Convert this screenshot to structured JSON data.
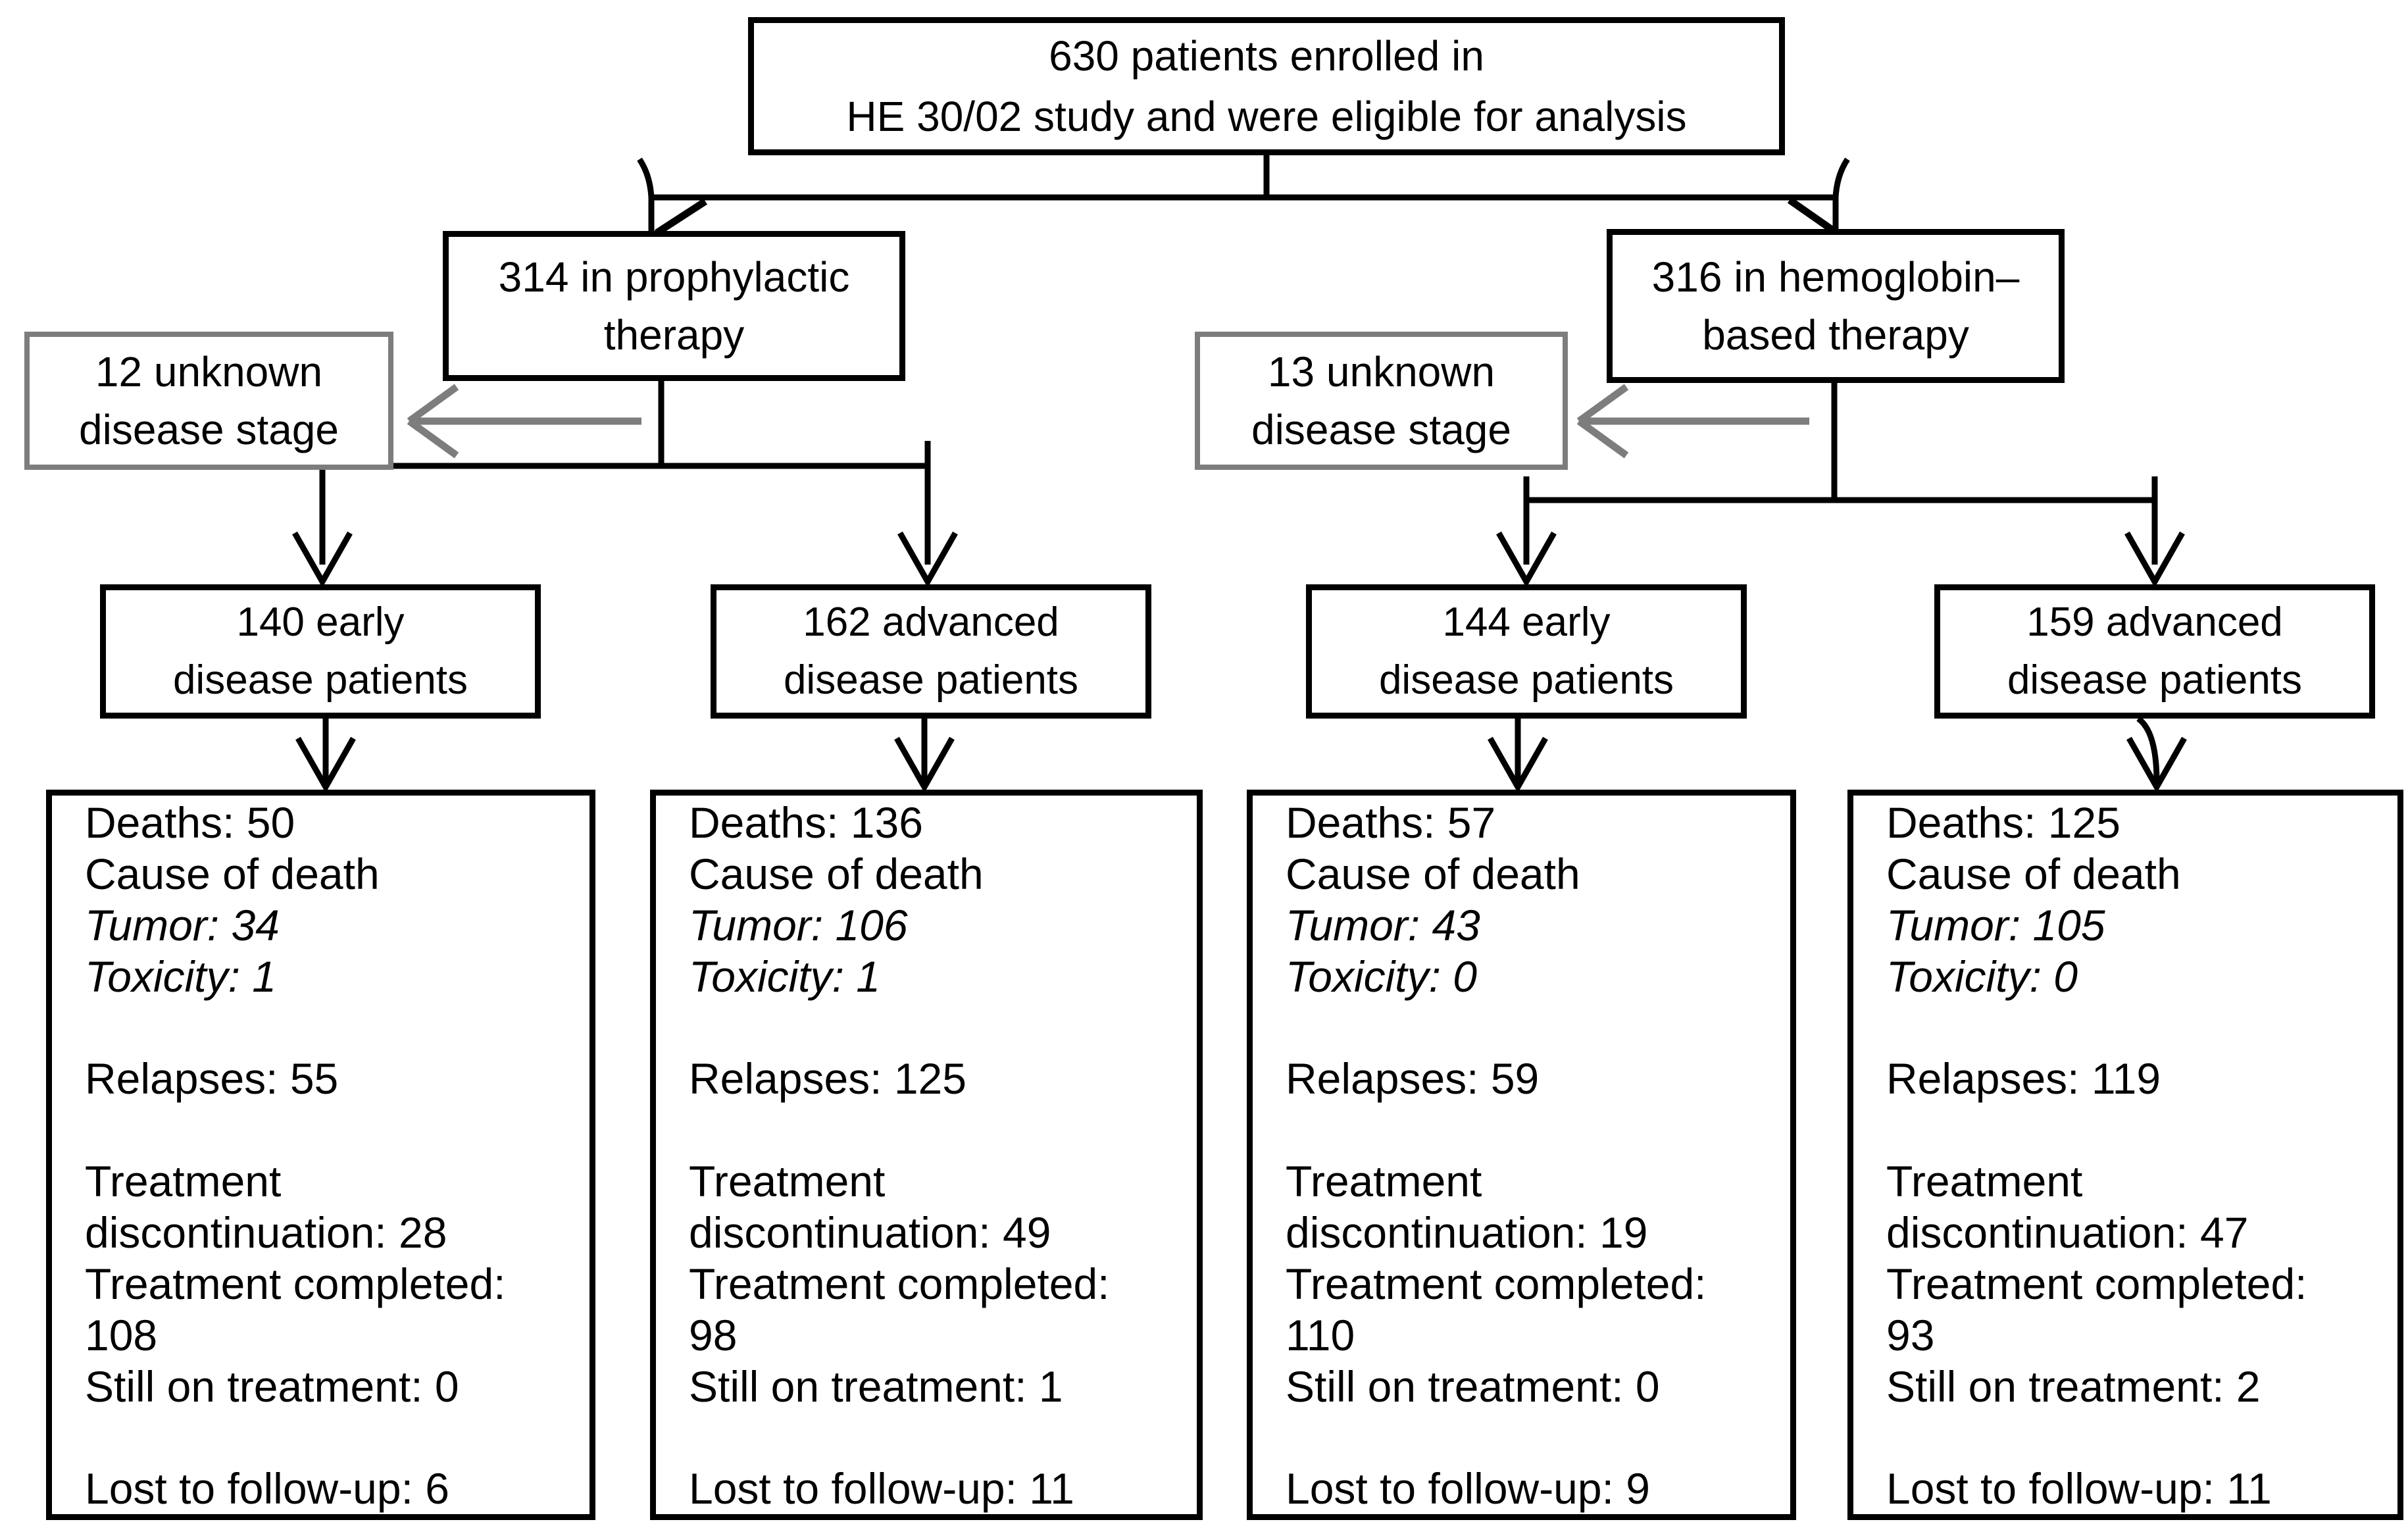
{
  "title": "HE 30/02 study patient flow diagram",
  "colors": {
    "line": "#000000",
    "muted": "#7d7d7d",
    "background": "#ffffff"
  },
  "root": {
    "lines": [
      "630 patients enrolled in",
      "HE 30/02 study and were eligible for analysis"
    ]
  },
  "arms": [
    {
      "lines": [
        "314 in prophylactic",
        "therapy"
      ]
    },
    {
      "lines": [
        "316 in hemoglobin–",
        "based therapy"
      ]
    }
  ],
  "exclusions": [
    {
      "lines": [
        "12 unknown",
        "disease stage"
      ]
    },
    {
      "lines": [
        "13 unknown",
        "disease stage"
      ]
    }
  ],
  "subgroups": [
    {
      "lines": [
        "140 early",
        "disease patients"
      ]
    },
    {
      "lines": [
        "162 advanced",
        "disease patients"
      ]
    },
    {
      "lines": [
        "144 early",
        "disease patients"
      ]
    },
    {
      "lines": [
        "159 advanced",
        "disease patients"
      ]
    }
  ],
  "outcomes": [
    {
      "lines": [
        "Deaths: 50",
        "Cause of death",
        "Tumor: 34",
        "Toxicity: 1",
        "",
        "Relapses: 55",
        "",
        "Treatment",
        "discontinuation: 28",
        "Treatment completed:",
        "108",
        "Still on treatment: 0",
        "",
        "Lost to follow-up: 6"
      ]
    },
    {
      "lines": [
        "Deaths: 136",
        "Cause of death",
        "Tumor: 106",
        "Toxicity: 1",
        "",
        "Relapses: 125",
        "",
        "Treatment",
        "discontinuation: 49",
        "Treatment completed:",
        "98",
        "Still on treatment: 1",
        "",
        "Lost to follow-up: 11"
      ]
    },
    {
      "lines": [
        "Deaths: 57",
        "Cause of death",
        "Tumor: 43",
        "Toxicity: 0",
        "",
        "Relapses: 59",
        "",
        "Treatment",
        "discontinuation: 19",
        "Treatment completed:",
        "110",
        "Still on treatment: 0",
        "",
        "Lost to follow-up: 9"
      ]
    },
    {
      "lines": [
        "Deaths: 125",
        "Cause of death",
        "Tumor: 105",
        "Toxicity: 0",
        "",
        "Relapses: 119",
        "",
        "Treatment",
        "discontinuation: 47",
        "Treatment completed:",
        "93",
        "Still on treatment: 2",
        "",
        "Lost to follow-up: 11"
      ]
    }
  ]
}
